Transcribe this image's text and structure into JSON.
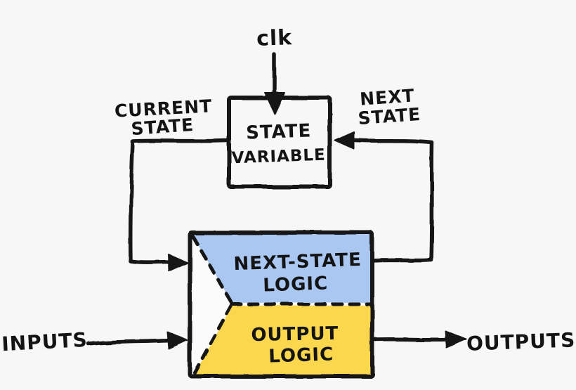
{
  "colors": {
    "background": "#f7f7f7",
    "box_blue": "#a9c7f1",
    "box_yellow": "#fbd74e",
    "ink": "#141414",
    "sliver_white": "#fbfbfb"
  },
  "labels": {
    "clk": "clk",
    "current_state_line1": "CURRENT",
    "current_state_line2": "STATE",
    "next_state_line1": "NEXT",
    "next_state_line2": "STATE",
    "inputs": "INPUTS",
    "outputs": "OUTPUTS"
  },
  "blocks": {
    "state_variable_line1": "STATE",
    "state_variable_line2": "VARIABLE",
    "next_state_logic_line1": "NEXT-STATE",
    "next_state_logic_line2": "LOGIC",
    "output_logic_line1": "OUTPUT",
    "output_logic_line2": "LOGIC"
  }
}
